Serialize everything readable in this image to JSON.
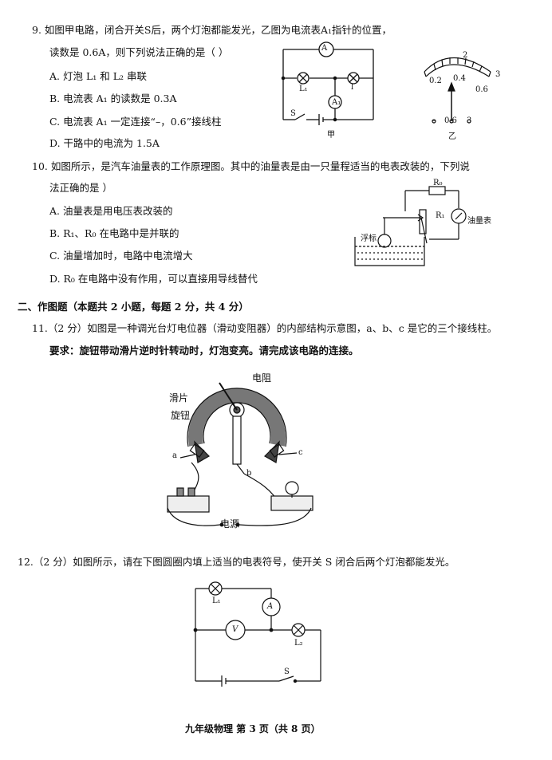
{
  "q9": {
    "stem_line1": "9.  如图甲电路，闭合开关S后，两个灯泡都能发光，乙图为电流表A₁指针的位置，",
    "stem_line2": "读数是 0.6A，则下列说法正确的是（      ）",
    "options": [
      "A. 灯泡 L₁ 和 L₂ 串联",
      "B. 电流表 A₁ 的读数是 0.3A",
      "C. 电流表 A₁ 一定连接“–，0.6”接线柱",
      "D. 干路中的电流为 1.5A"
    ],
    "fig_jia": {
      "L1": "L₁",
      "L2": "l",
      "A_top": "A",
      "A1": "A₁",
      "S": "S",
      "caption": "甲"
    },
    "fig_yi": {
      "tick_02": "0.2",
      "tick_04": "0.4",
      "tick_06": "0.6",
      "tick_2": "2",
      "tick_3": "3",
      "term_minus": "–",
      "term_06": "0.6",
      "term_3": "3",
      "caption": "乙"
    }
  },
  "q10": {
    "stem_line1": "10. 如图所示，是汽车油量表的工作原理图。其中的油量表是由一只量程适当的电表改装的，下列说",
    "stem_line2": "法正确的是      ）",
    "options": [
      "A. 油量表是用电压表改装的",
      "B. R₁、R₀ 在电路中是并联的",
      "C. 油量增加时，电路中电流增大",
      "D. R₀ 在电路中没有作用，可以直接用导线替代"
    ],
    "fig": {
      "R0": "R₀",
      "R1": "R₁",
      "float": "浮标",
      "gauge": "油量表"
    }
  },
  "section2": {
    "title": "二、作图题（本题共 2 小题，每题 2 分，共 4 分）"
  },
  "q11": {
    "stem": "11.（2 分）如图是一种调光台灯电位器（滑动变阻器）的内部结构示意图，a、b、c 是它的三个接线柱。",
    "requirement": "要求：旋钮带动滑片逆时针转动时，灯泡变亮。请完成该电路的连接。",
    "fig": {
      "resistor": "电阻",
      "slider": "滑片",
      "knob": "旋钮",
      "a": "a",
      "b": "b",
      "c": "c",
      "power": "电源"
    }
  },
  "q12": {
    "stem": "12.（2 分）如图所示，请在下图圆圈内填上适当的电表符号，使开关 S 闭合后两个灯泡都能发光。",
    "fig": {
      "L1": "L₁",
      "L2": "L₂",
      "meter1": "A",
      "meter2": "V",
      "S": "S"
    }
  },
  "footer": "九年级物理  第 3 页（共 8 页）"
}
